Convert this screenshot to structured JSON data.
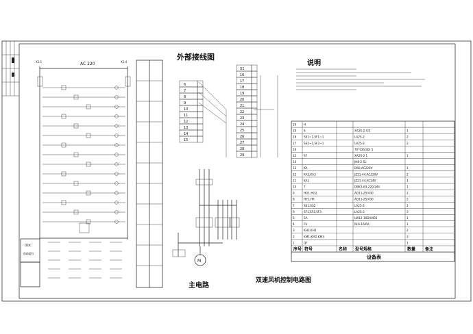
{
  "headings": {
    "external_wiring": "外部接线图",
    "notes": "说明",
    "main_circuit": "主电路",
    "drawing_title": "双速风机控制电路图",
    "supply": "AC 220"
  },
  "terminal_labels": {
    "left_terminals": [
      "6",
      "7",
      "8",
      "9",
      "10",
      "11",
      "12",
      "13",
      "14",
      "15"
    ],
    "right_terminals": [
      "X1",
      "16",
      "17",
      "18",
      "19",
      "20",
      "21",
      "22",
      "23",
      "24",
      "25",
      "26",
      "27",
      "28",
      "29"
    ],
    "node_left": "X1:1",
    "node_right": "X1:4"
  },
  "panel_left": {
    "fields": [
      "DDC",
      "自动运行"
    ]
  },
  "equipment_table": {
    "columns": [
      "序号",
      "符号",
      "名称",
      "型号规格",
      "数量",
      "备注"
    ],
    "footer": "设备表",
    "rows": [
      [
        "20",
        "H",
        "",
        "",
        "",
        ""
      ],
      [
        "19",
        "S",
        "",
        "XA2S-2 X/2",
        "1",
        ""
      ],
      [
        "18",
        "SS1~1,SF1~1",
        "",
        "LA25-2",
        "2",
        ""
      ],
      [
        "17",
        "SS2~1,SF2~1",
        "",
        "LA25-2",
        "2",
        ""
      ],
      [
        "16",
        "",
        "",
        "70*(D6/30) 5",
        "",
        ""
      ],
      [
        "15",
        "SF",
        "",
        "XA2S-2 1",
        "1",
        ""
      ],
      [
        "14",
        "",
        "",
        "JH8-2.5L",
        "",
        ""
      ],
      [
        "13",
        "KA",
        "",
        "D60,AC220V",
        "1",
        ""
      ],
      [
        "12",
        "KA2,KA3",
        "",
        "JZ21-44,AC220V",
        "2",
        ""
      ],
      [
        "11",
        "KA1",
        "",
        "JZ21-44,AC24V",
        "1",
        ""
      ],
      [
        "10",
        "T",
        "",
        "DBK3-63,220/24V",
        "1",
        ""
      ],
      [
        "9",
        "HG1,HG2",
        "",
        "AD11-25/430",
        "2",
        ""
      ],
      [
        "8",
        "HY1,HR",
        "",
        "AD11-25/430",
        "2",
        ""
      ],
      [
        "7",
        "SS1,SS2",
        "",
        "LA25-2",
        "2",
        ""
      ],
      [
        "6",
        "SF1,SF2,SF3",
        "",
        "LA25-2",
        "3",
        ""
      ],
      [
        "5",
        "SA",
        "",
        "LW12-16D/0401",
        "1",
        ""
      ],
      [
        "4",
        "FU",
        "",
        "RL6-16/6A",
        "1",
        ""
      ],
      [
        "3",
        "KH1,KH2",
        "",
        "",
        "2",
        ""
      ],
      [
        "2",
        "KM1,KM2,KM3",
        "",
        "",
        "3",
        ""
      ],
      [
        "1",
        "QF",
        "",
        "",
        "1",
        ""
      ]
    ]
  },
  "colors": {
    "line": "#1a1a1a",
    "background": "#ffffff"
  }
}
